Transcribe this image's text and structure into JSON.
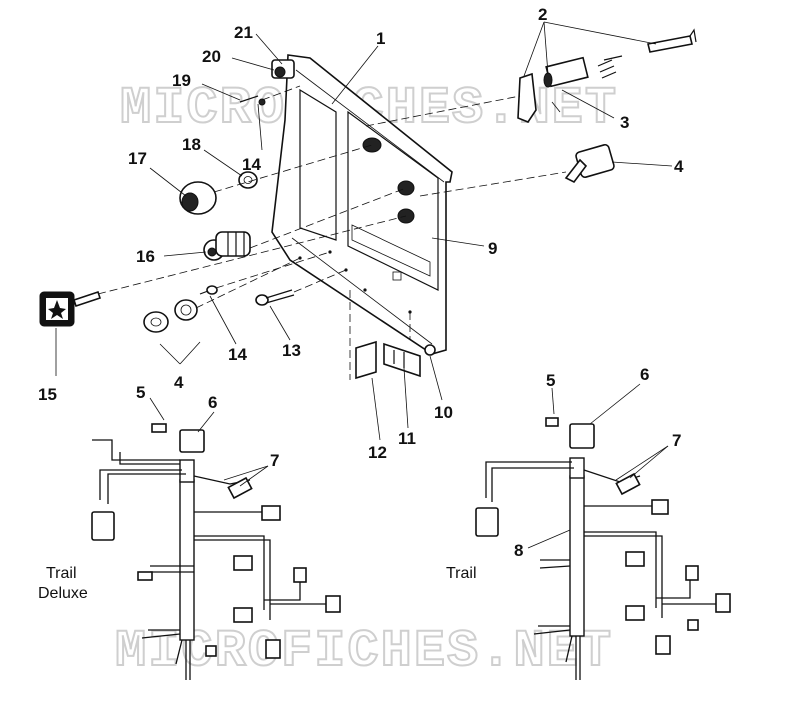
{
  "watermark": "MICROFICHES.NET",
  "callouts": {
    "c1": "1",
    "c2": "2",
    "c3": "3",
    "c4a": "4",
    "c4b": "4",
    "c5a": "5",
    "c5b": "5",
    "c6a": "6",
    "c6b": "6",
    "c7a": "7",
    "c7b": "7",
    "c8": "8",
    "c9": "9",
    "c10": "10",
    "c11": "11",
    "c12": "12",
    "c13": "13",
    "c14a": "14",
    "c14b": "14",
    "c15": "15",
    "c16": "16",
    "c17": "17",
    "c18": "18",
    "c19": "19",
    "c20": "20",
    "c21": "21"
  },
  "captions": {
    "left_line1": "Trail",
    "left_line2": "Deluxe",
    "right": "Trail"
  }
}
